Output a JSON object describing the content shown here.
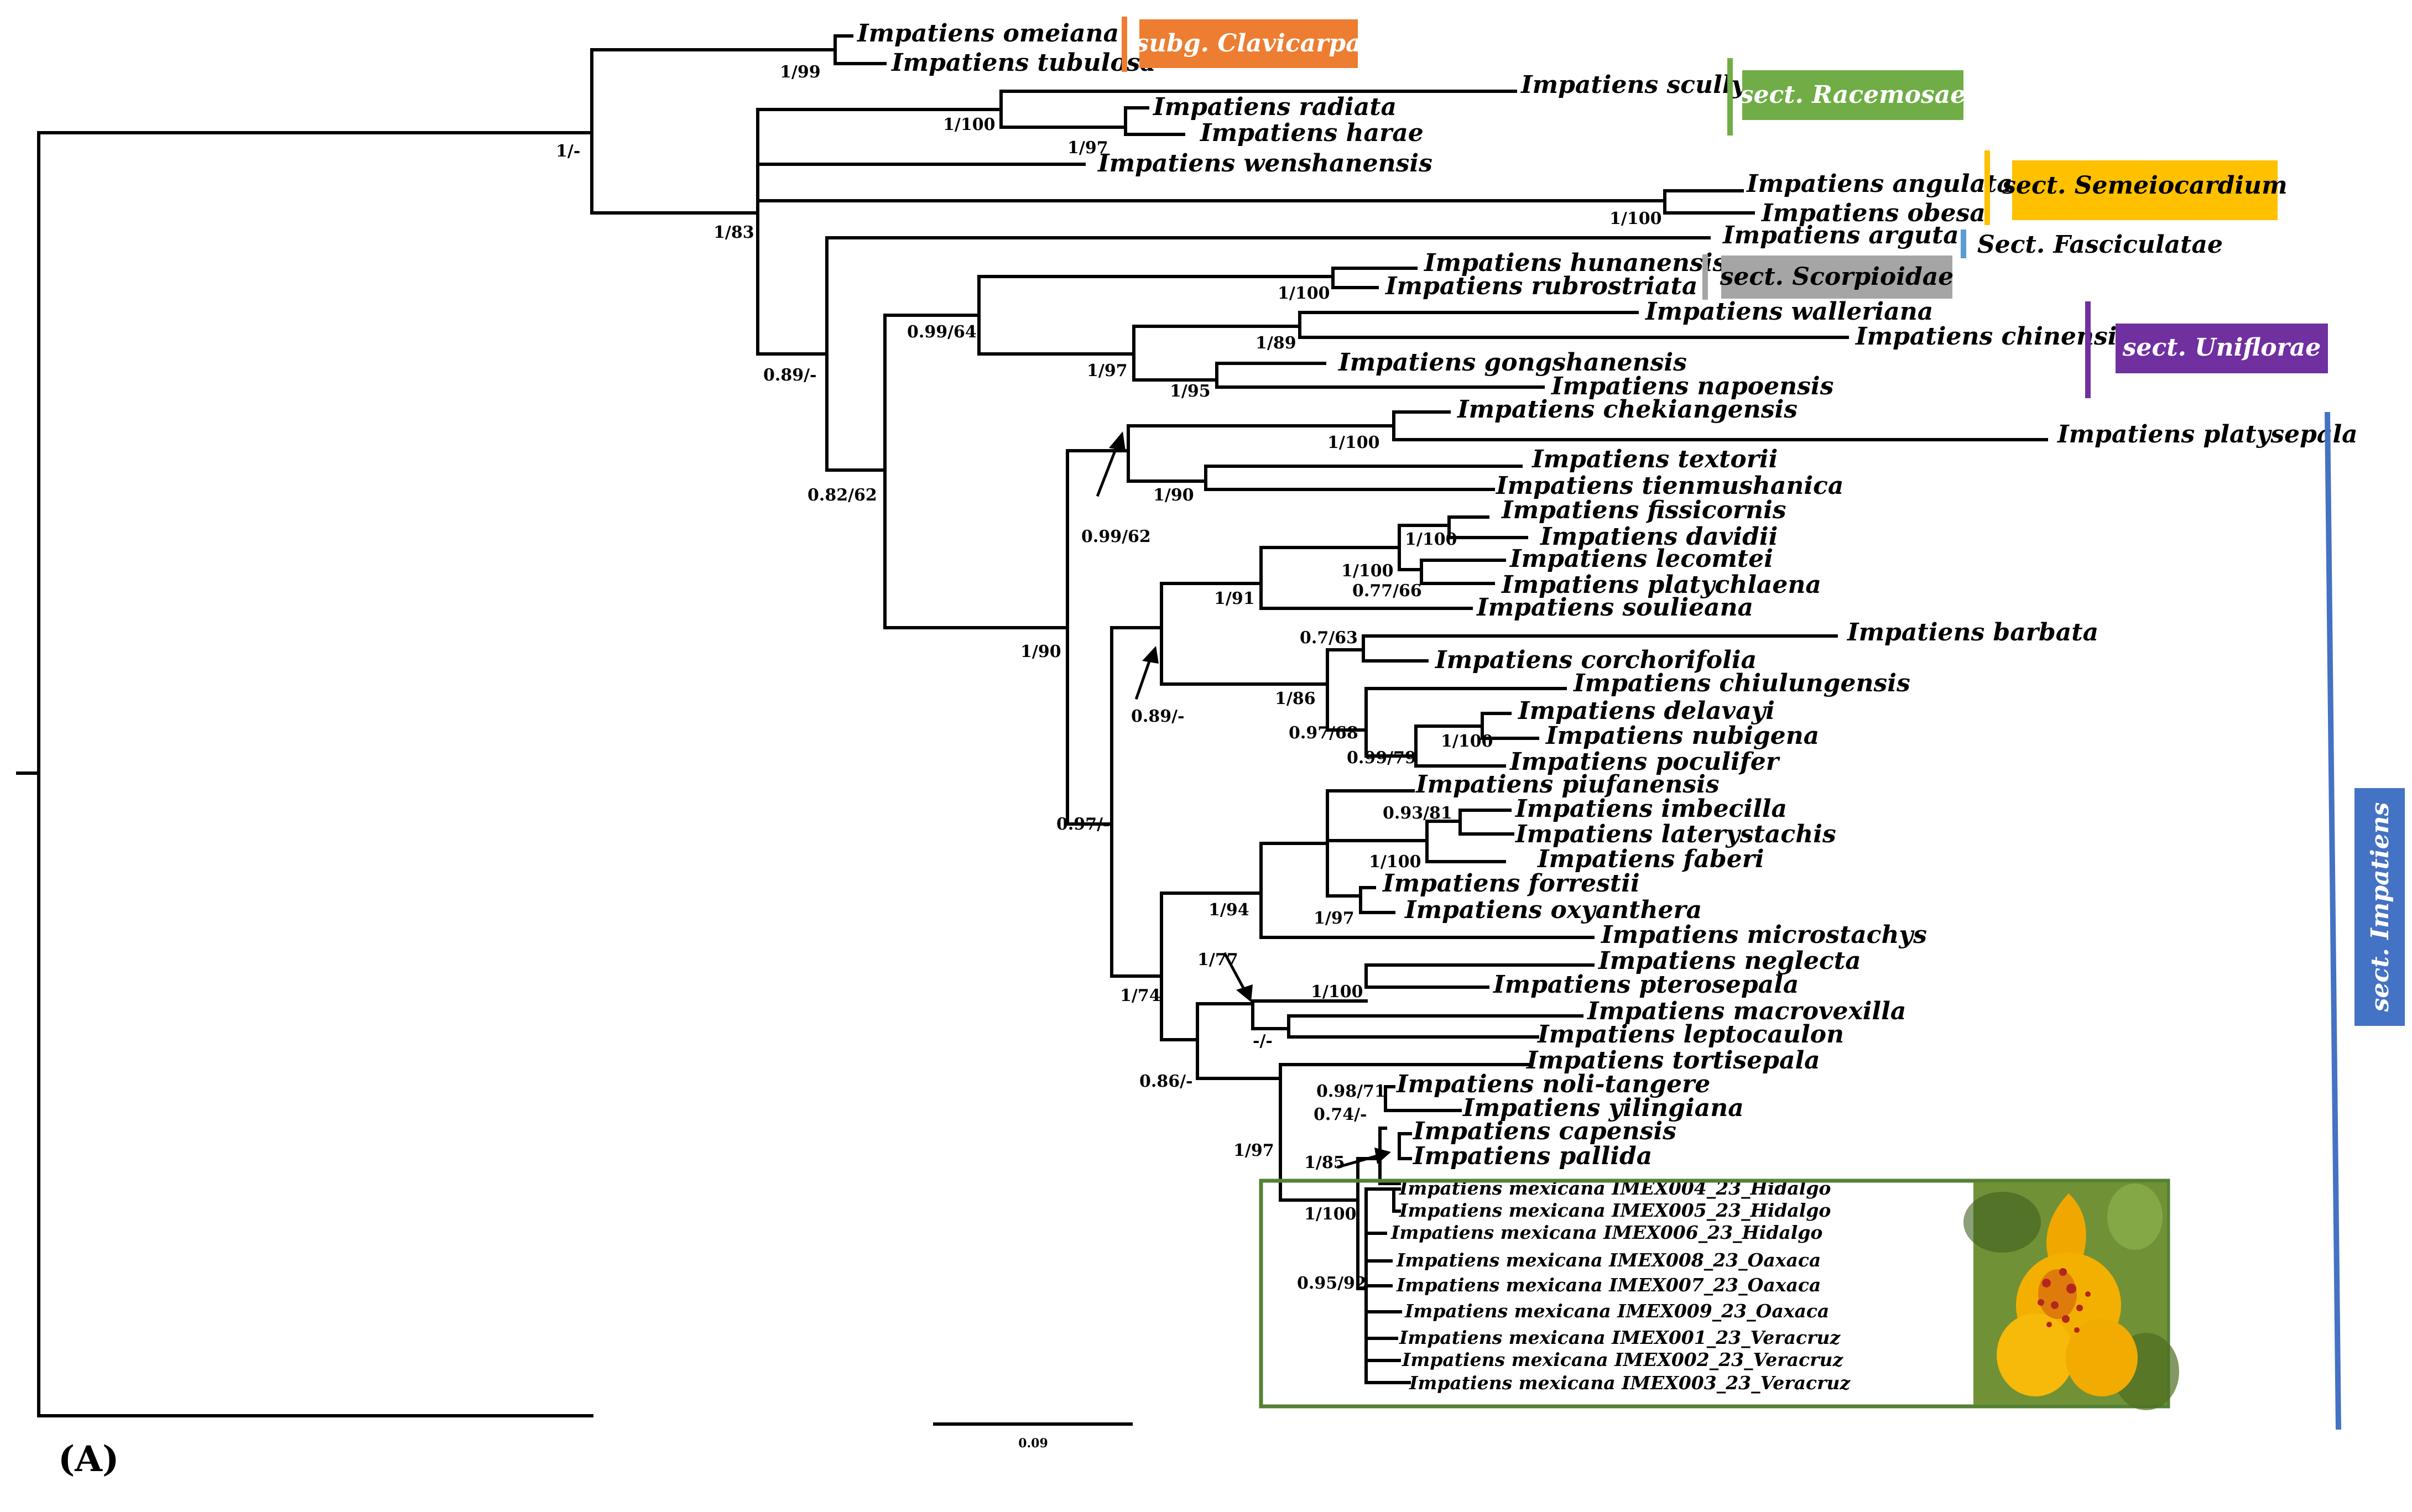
{
  "panel_label": "(A)",
  "scale_bar": {
    "label": "0.09"
  },
  "taxa": {
    "omeiana": "Impatiens omeiana",
    "tubulosa": "Impatiens tubulosa",
    "scullyi": "Impatiens scullyi",
    "radiata": "Impatiens radiata",
    "harae": "Impatiens harae",
    "wenshanensis": "Impatiens wenshanensis",
    "angulata": "Impatiens angulata",
    "obesa": "Impatiens obesa",
    "arguta": "Impatiens arguta",
    "hunanensis": "Impatiens hunanensis",
    "rubrostriata": "Impatiens rubrostriata",
    "walleriana": "Impatiens walleriana",
    "chinensis": "Impatiens chinensis",
    "gongshanensis": "Impatiens gongshanensis",
    "napoensis": "Impatiens napoensis",
    "chekiangensis": "Impatiens chekiangensis",
    "platysepala": "Impatiens platysepala",
    "textorii": "Impatiens textorii",
    "tienmushanica": "Impatiens tienmushanica",
    "fissicornis": "Impatiens fissicornis",
    "davidii": "Impatiens davidii",
    "lecomtei": "Impatiens lecomtei",
    "platychlaena": "Impatiens platychlaena",
    "soulieana": "Impatiens soulieana",
    "barbata": "Impatiens barbata",
    "corchorifolia": "Impatiens corchorifolia",
    "chiulungensis": "Impatiens chiulungensis",
    "delavayi": "Impatiens delavayi",
    "nubigena": "Impatiens nubigena",
    "poculifer": "Impatiens poculifer",
    "piufanensis": "Impatiens piufanensis",
    "imbecilla": "Impatiens imbecilla",
    "laterystachis": "Impatiens laterystachis",
    "faberi": "Impatiens faberi",
    "forrestii": "Impatiens forrestii",
    "oxyanthera": "Impatiens oxyanthera",
    "microstachys": "Impatiens microstachys",
    "neglecta": "Impatiens neglecta",
    "pterosepala": "Impatiens pterosepala",
    "macrovexilla": "Impatiens macrovexilla",
    "leptocaulon": "Impatiens leptocaulon",
    "tortisepala": "Impatiens tortisepala",
    "nolitangere": "Impatiens noli-tangere",
    "yilingiana": "Impatiens yilingiana",
    "capensis": "Impatiens capensis",
    "pallida": "Impatiens pallida",
    "mex004": "Impatiens mexicana IMEX004_23_Hidalgo",
    "mex005": "Impatiens mexicana IMEX005_23_Hidalgo",
    "mex006": "Impatiens mexicana IMEX006_23_Hidalgo",
    "mex008": "Impatiens mexicana IMEX008_23_Oaxaca",
    "mex007": "Impatiens mexicana IMEX007_23_Oaxaca",
    "mex009": "Impatiens mexicana IMEX009_23_Oaxaca",
    "mex001": "Impatiens mexicana IMEX001_23_Veracruz",
    "mex002": "Impatiens mexicana IMEX002_23_Veracruz",
    "mex003": "Impatiens mexicana IMEX003_23_Veracruz"
  },
  "support": {
    "root": "1/-",
    "omeiana_tubulosa": "1/99",
    "main": "1/83",
    "radiata_group": "1/100",
    "radiata_harae": "1/97",
    "angulata_obesa": "1/100",
    "arguta_clade": "0.89/-",
    "core": "0.82/62",
    "scorp_unifl": "0.99/64",
    "hunan_rubro": "1/100",
    "walleriana_chinensis": "1/89",
    "uniflorae": "1/97",
    "gong_napo": "1/95",
    "impatiens_sect": "1/90",
    "chek_platy": "1/100",
    "textorii_tien": "1/90",
    "chek_textorii": "0.99/62",
    "big_clade": "0.97/-",
    "fiss_davidii": "1/100",
    "fiss_lecomtei": "1/100",
    "lecomtei_platy": "0.77/66",
    "fiss_soulieana": "1/91",
    "fiss_barbata": "0.89/-",
    "barbata_corch": "0.7/63",
    "barbata_group": "1/86",
    "chiul_group": "0.97/68",
    "delavayi_poc": "0.99/79",
    "delavayi_nub": "1/100",
    "imbecilla_group": "0.93/81",
    "imbecilla_faberi": "1/100",
    "forrestii_oxy": "1/97",
    "piuf_micro": "1/94",
    "lower_clade": "1/74",
    "neglecta_group": "1/77",
    "neglecta_pter": "1/100",
    "macro_lepto": "-/-",
    "tort_group": "0.86/-",
    "noli_group": "1/97",
    "noli_yil": "0.98/71",
    "noli_cap": "0.74/-",
    "cap_pallida": "1/85",
    "mexicana": "1/100",
    "mexicana_inner": "0.95/92"
  },
  "groups": {
    "clavicarpa": {
      "label": "subg. Clavicarpa",
      "color": "#ed7d31"
    },
    "racemosae": {
      "label": "sect. Racemosae",
      "color": "#70ad47"
    },
    "semeiocardium": {
      "label": "sect. Semeiocardium",
      "color": "#ffc000"
    },
    "fasciculatae": {
      "label": "Sect. Fasciculatae",
      "color": "#5b9bd5"
    },
    "scorpioidae": {
      "label": "sect. Scorpioidae",
      "color": "#a5a5a5"
    },
    "uniflorae": {
      "label": "sect. Uniflorae",
      "color": "#7030a0"
    },
    "impatiens": {
      "label": "sect. Impatiens",
      "color": "#4472c4"
    }
  },
  "highlight_box_color": "#548235",
  "photo": {
    "subject": "flower-photo"
  }
}
